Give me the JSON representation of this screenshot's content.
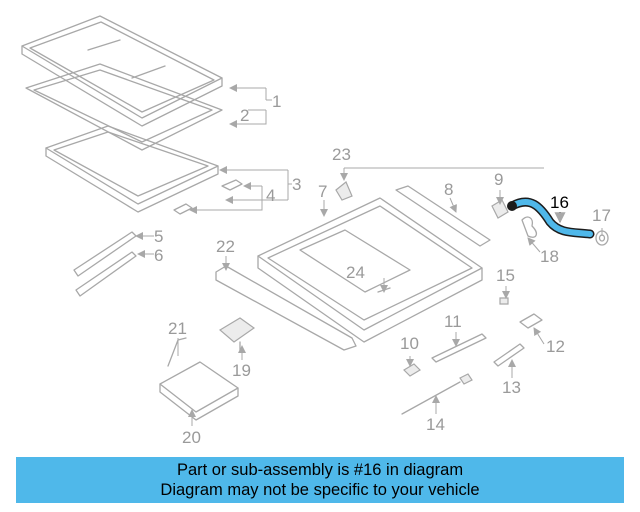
{
  "callouts": {
    "c1": "1",
    "c2": "2",
    "c3": "3",
    "c4": "4",
    "c5": "5",
    "c6": "6",
    "c7": "7",
    "c8": "8",
    "c9": "9",
    "c10": "10",
    "c11": "11",
    "c12": "12",
    "c13": "13",
    "c14": "14",
    "c15": "15",
    "c16": "16",
    "c17": "17",
    "c18": "18",
    "c19": "19",
    "c20": "20",
    "c21": "21",
    "c22": "22",
    "c23": "23",
    "c24": "24"
  },
  "highlight_color": "#4fb8ea",
  "banner": {
    "line1": "Part or sub-assembly is #16 in diagram",
    "line2": "Diagram may not be specific to your vehicle"
  }
}
